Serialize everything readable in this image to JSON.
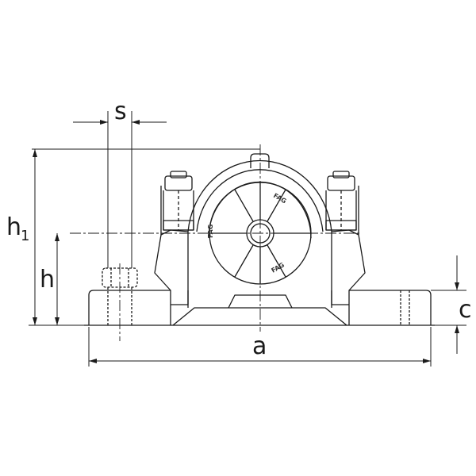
{
  "diagram": {
    "labels": {
      "s": "s",
      "h1_main": "h",
      "h1_sub": "1",
      "h": "h",
      "c": "c",
      "a": "a"
    },
    "logo_text": "FAG",
    "colors": {
      "line": "#1a1a1a",
      "background": "#ffffff"
    }
  }
}
